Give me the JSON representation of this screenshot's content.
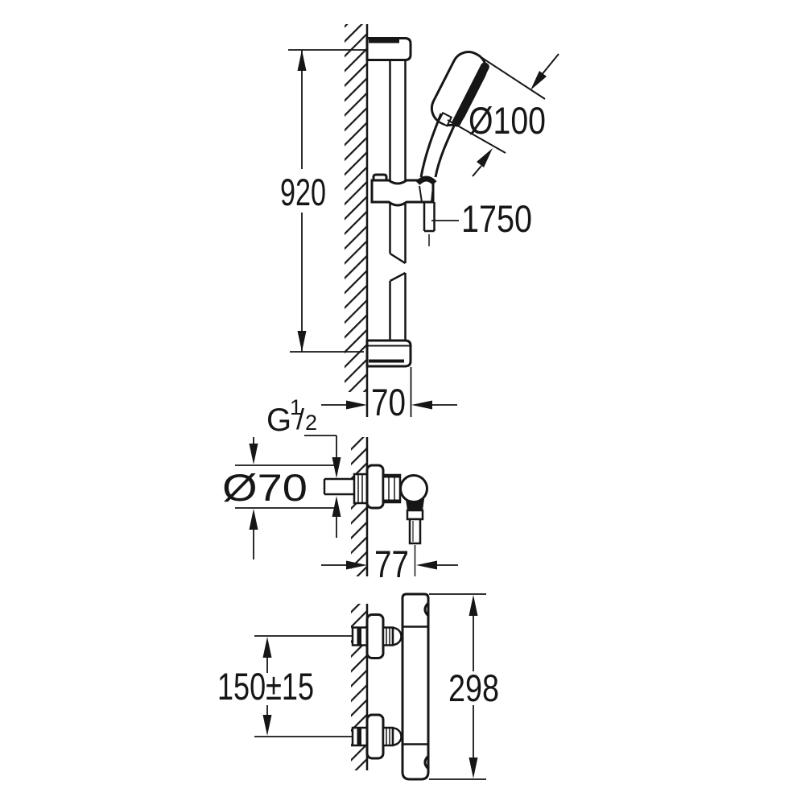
{
  "drawing_title": "Shower set dimensional drawing",
  "colors": {
    "background": "#ffffff",
    "ink": "#161616"
  },
  "views": {
    "slide_bar": {
      "name": "shower rail with hand shower (side view)",
      "labels": {
        "bar_height": "920",
        "handshower_diameter": "Ø100",
        "hose_length": "1750",
        "wall_offset": "70"
      }
    },
    "wall_union": {
      "name": "wall union outlet (side view)",
      "labels": {
        "thread": {
          "full": "G 1/2",
          "prefix": "G",
          "numerator": "1",
          "slash": "/",
          "denominator": "2"
        },
        "rosette_diameter": "Ø70",
        "outlet_offset": "77"
      }
    },
    "thermostat": {
      "name": "thermostat valve (plan view)",
      "labels": {
        "inlet_spacing": "150±15",
        "body_width": "298"
      }
    }
  }
}
